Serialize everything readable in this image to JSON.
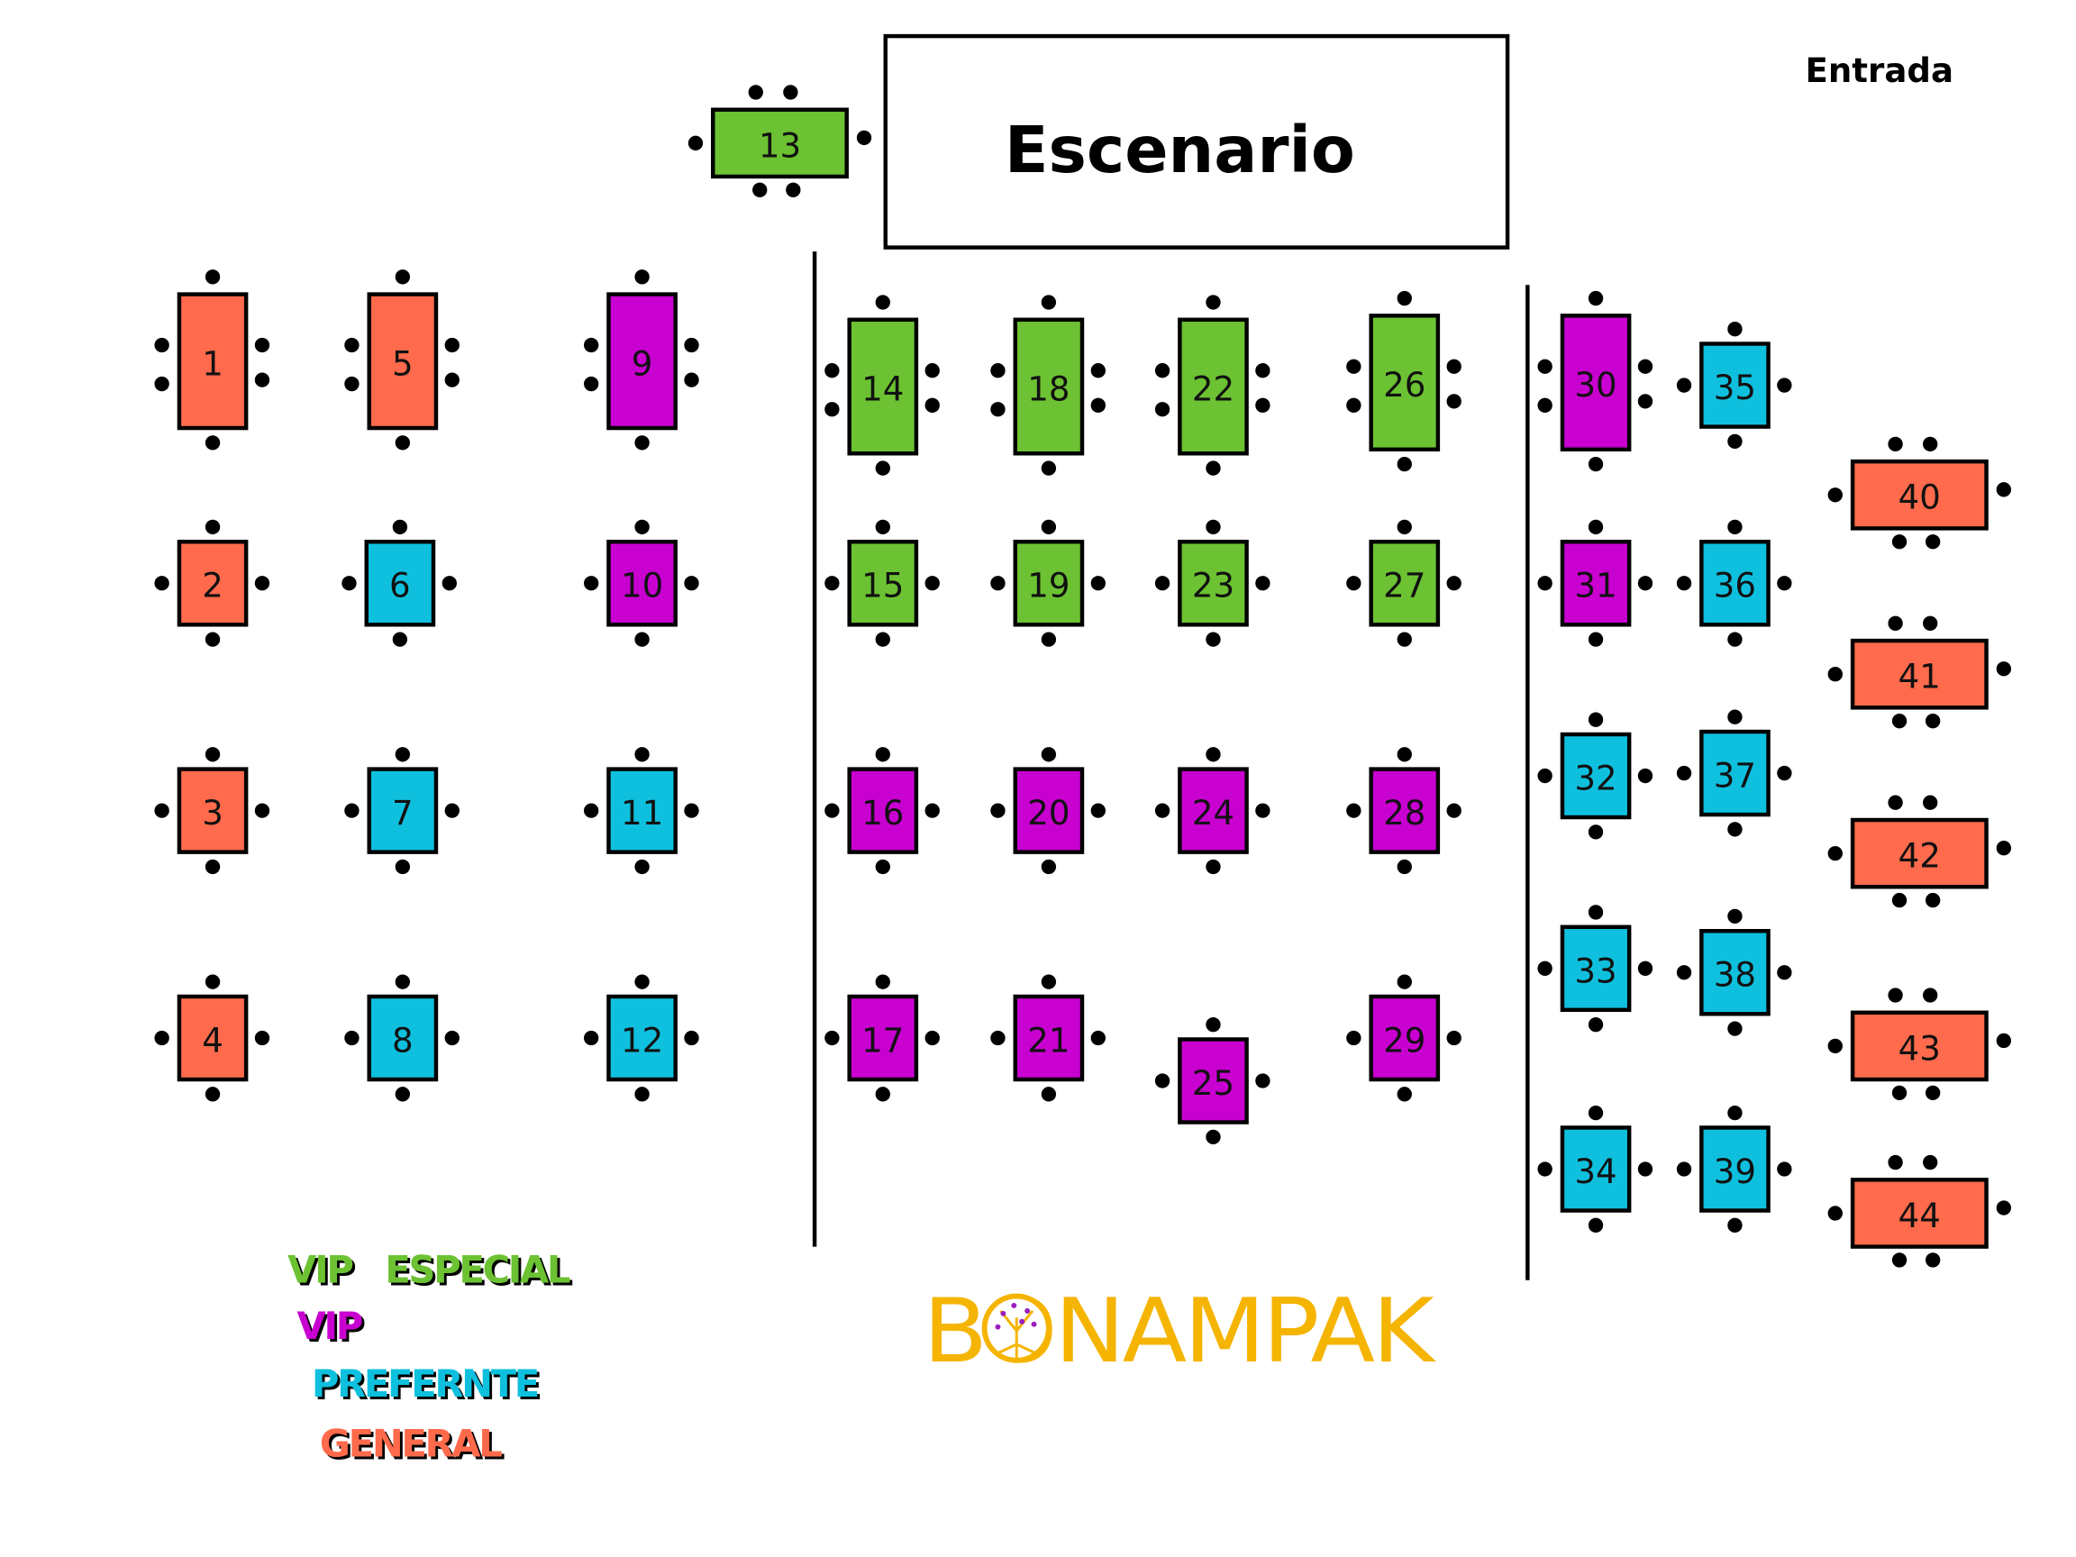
{
  "stage": {
    "label": "Escenario"
  },
  "entrance": {
    "label": "Entrada"
  },
  "logo": {
    "text": "BONAMPAK",
    "color": "#F5B400"
  },
  "categories": {
    "vip_especial": {
      "label": "VIP   ESPECIAL",
      "color": "#6CC232"
    },
    "vip": {
      "label": "VIP",
      "color": "#C800D0"
    },
    "preferente": {
      "label": "PREFERNTE",
      "color": "#0FC0DE"
    },
    "general": {
      "label": "GENERAL",
      "color": "#FF6B4C"
    }
  },
  "tables": [
    {
      "number": "1",
      "category": "general"
    },
    {
      "number": "2",
      "category": "general"
    },
    {
      "number": "3",
      "category": "general"
    },
    {
      "number": "4",
      "category": "general"
    },
    {
      "number": "5",
      "category": "general"
    },
    {
      "number": "6",
      "category": "preferente"
    },
    {
      "number": "7",
      "category": "preferente"
    },
    {
      "number": "8",
      "category": "preferente"
    },
    {
      "number": "9",
      "category": "vip"
    },
    {
      "number": "10",
      "category": "vip"
    },
    {
      "number": "11",
      "category": "preferente"
    },
    {
      "number": "12",
      "category": "preferente"
    },
    {
      "number": "13",
      "category": "vip_especial"
    },
    {
      "number": "14",
      "category": "vip_especial"
    },
    {
      "number": "15",
      "category": "vip_especial"
    },
    {
      "number": "16",
      "category": "vip"
    },
    {
      "number": "17",
      "category": "vip"
    },
    {
      "number": "18",
      "category": "vip_especial"
    },
    {
      "number": "19",
      "category": "vip_especial"
    },
    {
      "number": "20",
      "category": "vip"
    },
    {
      "number": "21",
      "category": "vip"
    },
    {
      "number": "22",
      "category": "vip_especial"
    },
    {
      "number": "23",
      "category": "vip_especial"
    },
    {
      "number": "24",
      "category": "vip"
    },
    {
      "number": "25",
      "category": "vip"
    },
    {
      "number": "26",
      "category": "vip_especial"
    },
    {
      "number": "27",
      "category": "vip_especial"
    },
    {
      "number": "28",
      "category": "vip"
    },
    {
      "number": "29",
      "category": "vip"
    },
    {
      "number": "30",
      "category": "vip"
    },
    {
      "number": "31",
      "category": "vip"
    },
    {
      "number": "32",
      "category": "preferente"
    },
    {
      "number": "33",
      "category": "preferente"
    },
    {
      "number": "34",
      "category": "preferente"
    },
    {
      "number": "35",
      "category": "preferente"
    },
    {
      "number": "36",
      "category": "preferente"
    },
    {
      "number": "37",
      "category": "preferente"
    },
    {
      "number": "38",
      "category": "preferente"
    },
    {
      "number": "39",
      "category": "preferente"
    },
    {
      "number": "40",
      "category": "general"
    },
    {
      "number": "41",
      "category": "general"
    },
    {
      "number": "42",
      "category": "general"
    },
    {
      "number": "43",
      "category": "general"
    },
    {
      "number": "44",
      "category": "general"
    }
  ]
}
